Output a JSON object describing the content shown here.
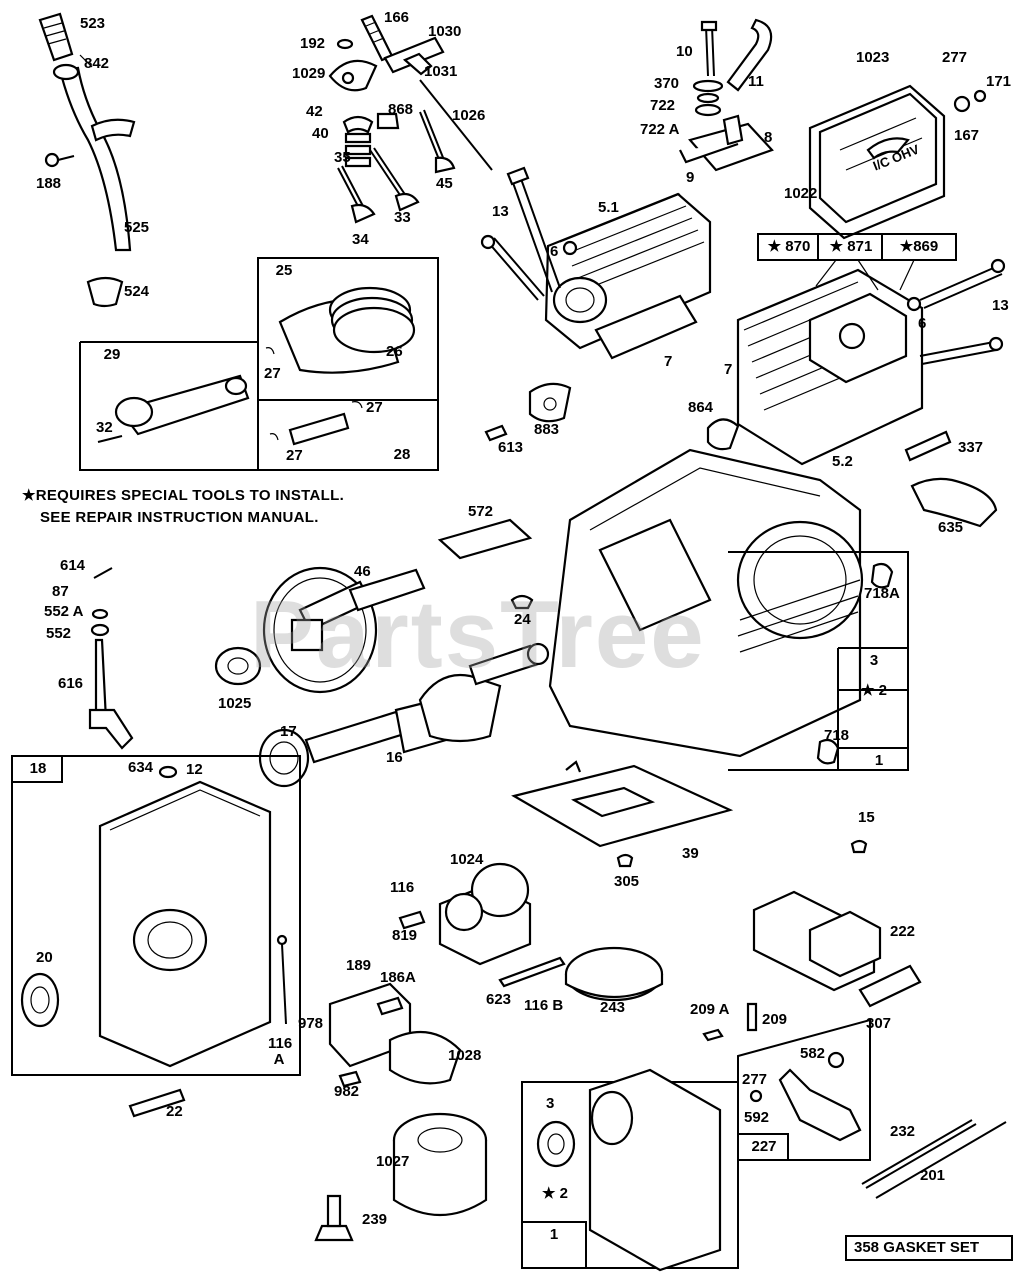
{
  "diagram": {
    "watermark": "PartsTree",
    "note_lines": [
      "★REQUIRES SPECIAL TOOLS TO INSTALL.",
      "SEE REPAIR INSTRUCTION MANUAL."
    ],
    "gasket_set": "358  GASKET SET",
    "engine_logo": "I/C OHV",
    "labels": [
      "523",
      "842",
      "188",
      "525",
      "524",
      "192",
      "166",
      "1030",
      "1029",
      "1031",
      "42",
      "868",
      "1026",
      "40",
      "35",
      "45",
      "33",
      "34",
      "10",
      "11",
      "370",
      "722",
      "722 A",
      "8",
      "9",
      "1023",
      "277",
      "171",
      "167",
      "1022",
      "13",
      "5.1",
      "6",
      "7",
      "883",
      "613",
      "6",
      "13",
      "7",
      "864",
      "337",
      "5.2",
      "635",
      "26",
      "27",
      "27",
      "27",
      "32",
      "572",
      "614",
      "87",
      "552 A",
      "552",
      "616",
      "46",
      "24",
      "1025",
      "718A",
      "718",
      "17",
      "16",
      "15",
      "39",
      "305",
      "634",
      "12",
      "20",
      "116",
      "819",
      "1024",
      "189",
      "186A",
      "978",
      "982",
      "1028",
      "1027",
      "22",
      "116 A",
      "623",
      "116 B",
      "243",
      "222",
      "307",
      "209 A",
      "209",
      "582",
      "277",
      "592",
      "3",
      "★ 2",
      "232",
      "201",
      "239"
    ],
    "box_labels": {
      "b870": "★ 870",
      "b871": "★ 871",
      "b869": "★869",
      "b25": "25",
      "b29": "29",
      "b28": "28",
      "b1_main": "1",
      "b3_main": "3",
      "b2_main": "★ 2",
      "b18": "18",
      "b1_lower": "1",
      "b227": "227"
    }
  }
}
